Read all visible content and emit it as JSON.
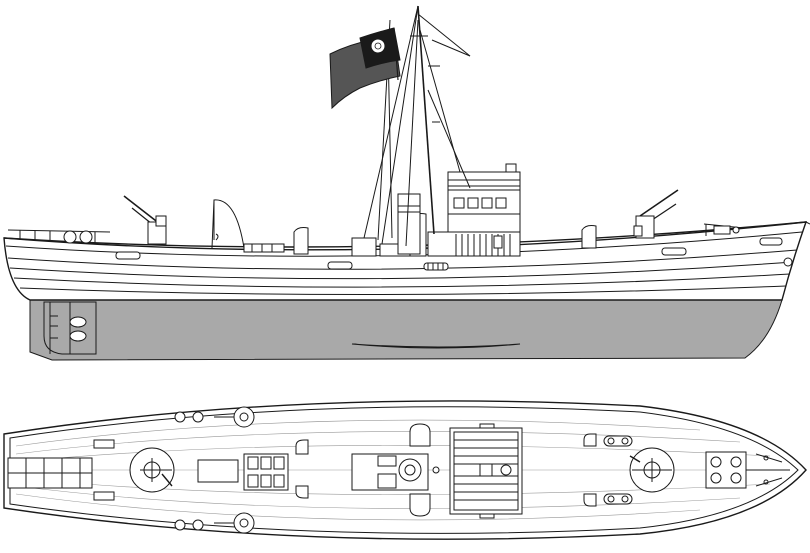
{
  "drawing": {
    "views": [
      "side-profile",
      "top-plan"
    ],
    "colors": {
      "line": "#1a1a1a",
      "hull_underwater": "#a9a9a9",
      "hull_topside": "#ffffff",
      "deck": "#ffffff",
      "flag_field": "#555555",
      "flag_canton": "#1a1a1a",
      "flag_sun": "#ffffff",
      "background": "#ffffff"
    },
    "side_view": {
      "portholes": 6,
      "bridge_windows": 4,
      "deck_guns": 2,
      "ventilators": 3
    },
    "top_view": {
      "gun_mounts": 2,
      "hatch_grates": 6,
      "bollard_pairs": 4
    }
  }
}
